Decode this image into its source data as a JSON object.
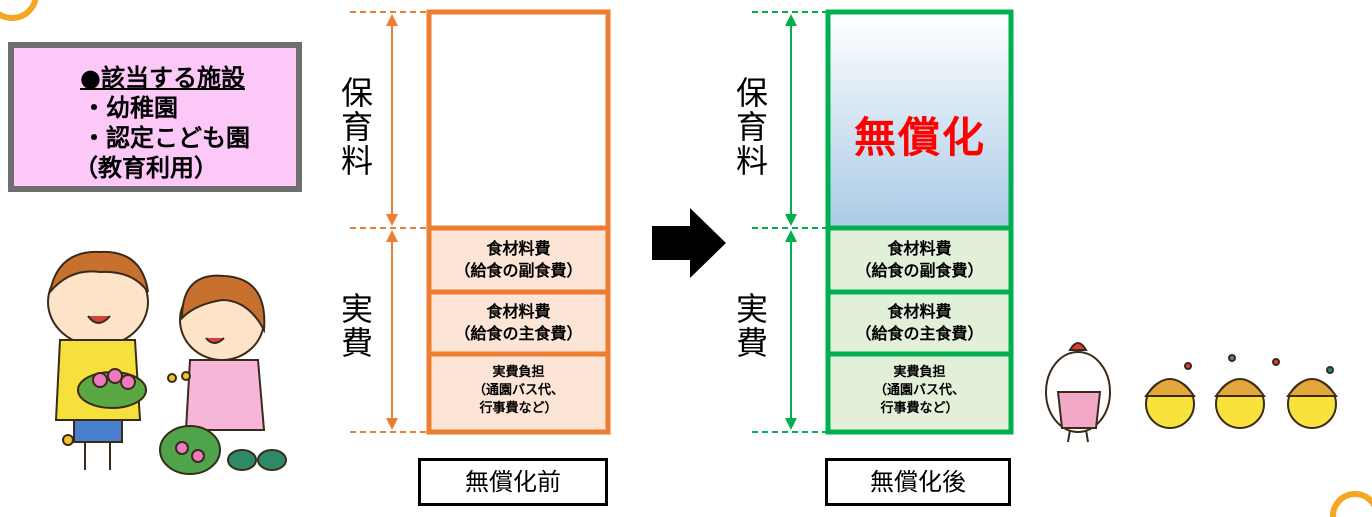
{
  "facility": {
    "heading": "●該当する施設",
    "items": [
      "・幼稚園",
      "・認定こども園",
      "（教育利用）"
    ]
  },
  "labels": {
    "hoikuryo": [
      "保",
      "育",
      "料"
    ],
    "jippi": [
      "実",
      "費"
    ]
  },
  "before": {
    "caption": "無償化前",
    "cells": [
      {
        "line1": "食材料費",
        "line2": "（給食の副食費）"
      },
      {
        "line1": "食材料費",
        "line2": "（給食の主食費）"
      },
      {
        "line1": "実費負担",
        "line2": "（通園バス代、",
        "line3": "行事費など）"
      }
    ]
  },
  "after": {
    "caption": "無償化後",
    "free_label": "無償化",
    "cells": [
      {
        "line1": "食材料費",
        "line2": "（給食の副食費）"
      },
      {
        "line1": "食材料費",
        "line2": "（給食の主食費）"
      },
      {
        "line1": "実費負担",
        "line2": "（通園バス代、",
        "line3": "行事費など）"
      }
    ]
  },
  "colors": {
    "before_border": "#ed7d31",
    "before_fill": "#fce4d6",
    "after_border": "#00b050",
    "after_fill": "#e2f0d9",
    "free_text": "#ff0000",
    "facility_bg": "#fbc8f8"
  }
}
